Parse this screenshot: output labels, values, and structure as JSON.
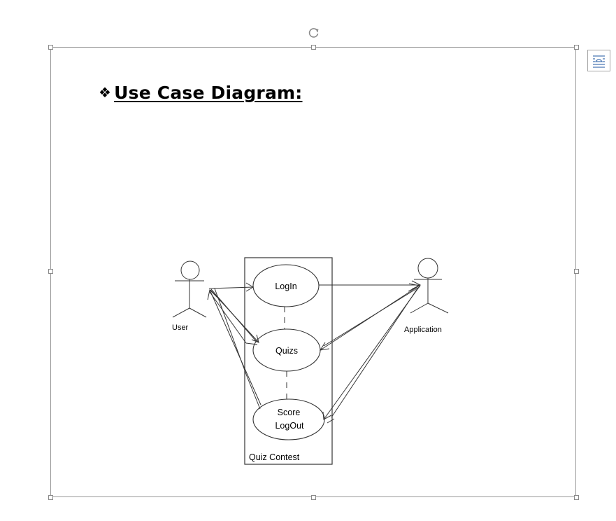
{
  "document": {
    "bullet_symbol": "❖",
    "heading": "Use Case Diagram:"
  },
  "diagram": {
    "system_boundary_label": "Quiz Contest",
    "actors": {
      "left": "User",
      "right": "Application"
    },
    "use_cases": {
      "login": "LogIn",
      "quizs": "Quizs",
      "score_line1": "Score",
      "score_line2": "LogOut"
    }
  },
  "icons": {
    "rotate": "rotate-icon",
    "layout": "layout-options-icon"
  }
}
